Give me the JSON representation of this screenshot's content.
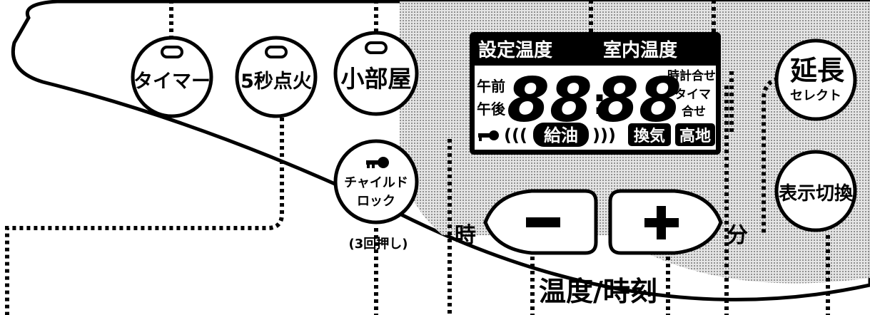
{
  "buttons": {
    "timer": "タイマー",
    "ignite_5s": "5秒点火",
    "small_room": "小部屋",
    "extend": "延長",
    "extend_sub": "セレクト",
    "display_switch": "表示切換",
    "child_lock_line1": "チャイルド",
    "child_lock_line2": "ロック",
    "child_lock_note": "(3回押し)",
    "minus": "−",
    "plus": "+"
  },
  "lcd": {
    "header_set_temp": "設定温度",
    "header_room_temp": "室内温度",
    "am": "午前",
    "pm": "午後",
    "digits_left": "88",
    "digits_right": "88",
    "right_label_1": "時計合せ",
    "right_label_2": "タイマ",
    "right_label_3": "合せ",
    "refuel": "給油",
    "ventilate": "換気",
    "high_altitude": "高地"
  },
  "labels": {
    "hour": "時",
    "minute": "分",
    "temp_time": "温度/時刻"
  },
  "colors": {
    "panel_bg": "#c9c9c9",
    "lcd_bg": "#000000",
    "button_fill": "#ffffff"
  }
}
